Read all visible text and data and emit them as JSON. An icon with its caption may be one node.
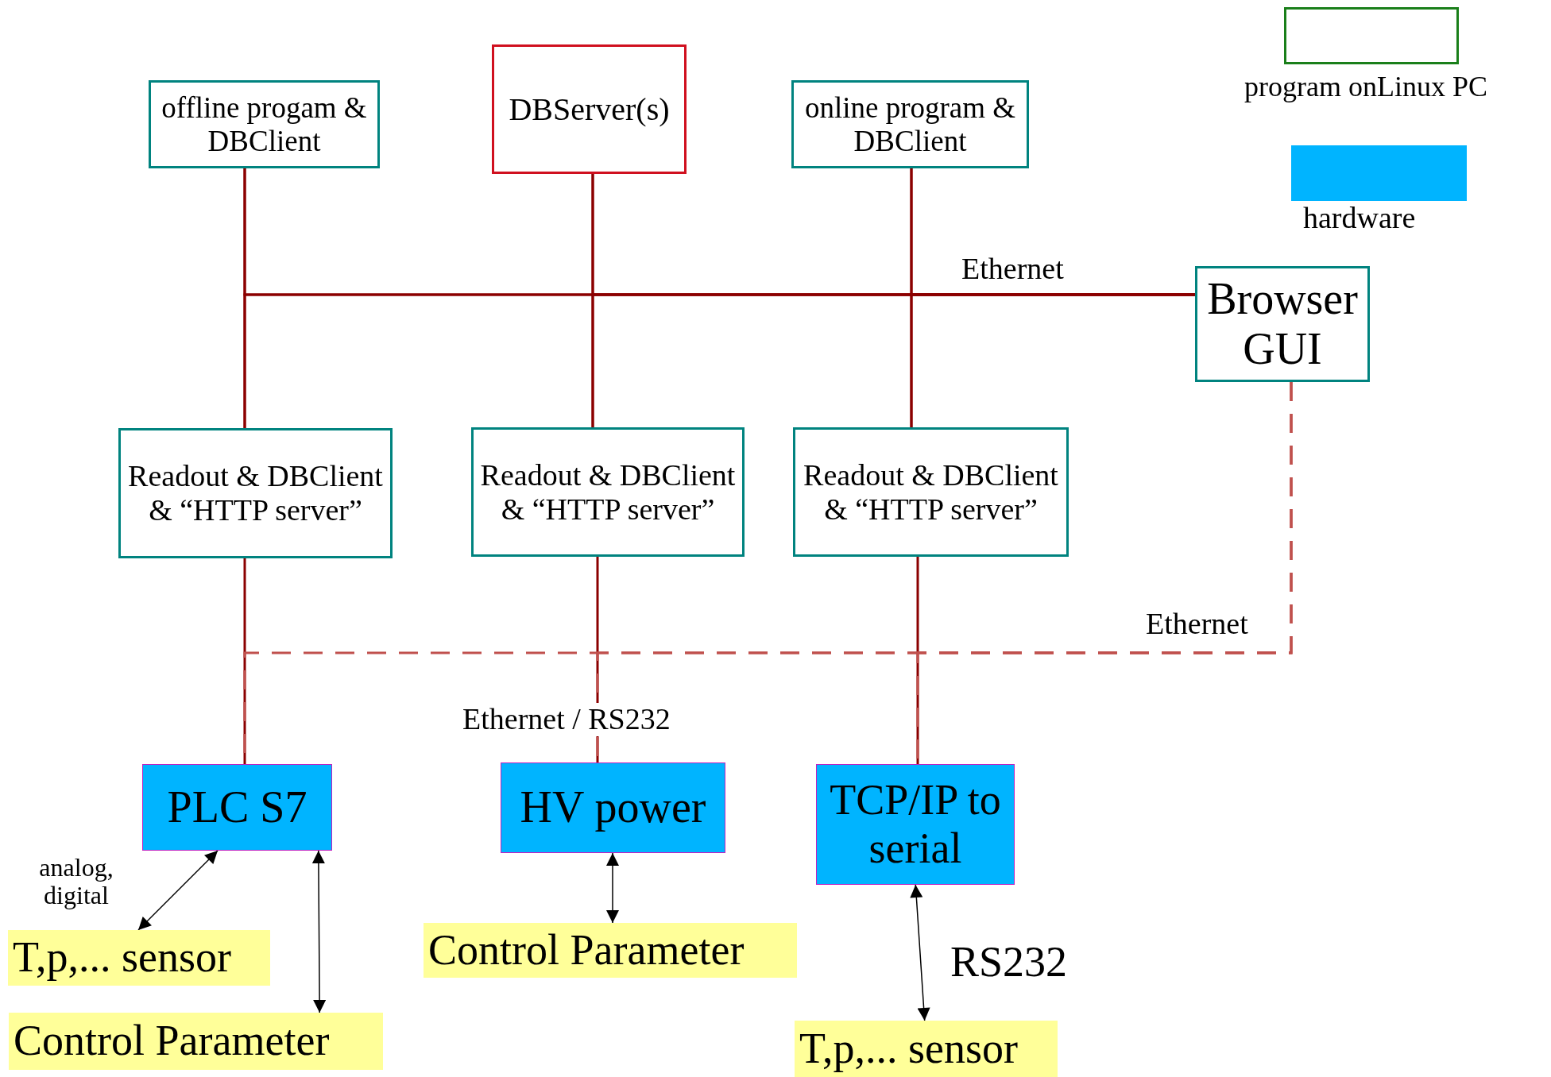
{
  "diagram": {
    "nodes": [
      {
        "text": [
          "offline progam & DBClient"
        ]
      },
      {
        "text": [
          "DBServer(s)"
        ]
      },
      {
        "text": [
          "online program & DBClient"
        ]
      },
      {
        "text": [
          "Browser GUI"
        ]
      },
      {
        "text": [
          "Readout & DBClient & “HTTP server”"
        ]
      },
      {
        "text": [
          "Readout & DBClient & “HTTP server”"
        ]
      },
      {
        "text": [
          "Readout & DBClient & “HTTP server”"
        ]
      },
      {
        "text": [
          "PLC S7"
        ]
      },
      {
        "text": [
          "HV power"
        ]
      },
      {
        "text": [
          "TCP/IP to serial"
        ]
      },
      {
        "text": [
          "T,p,... sensor"
        ]
      },
      {
        "text": [
          "Control Parameter"
        ]
      },
      {
        "text": [
          "Control Parameter"
        ]
      },
      {
        "text": [
          "T,p,... sensor"
        ]
      }
    ],
    "edges": [
      {
        "from": 0,
        "to": 4,
        "arrow": "none"
      },
      {
        "from": 1,
        "to": 5,
        "arrow": "none"
      },
      {
        "from": 2,
        "to": 6,
        "arrow": "none"
      },
      {
        "from": 0,
        "to": 3,
        "arrow": "none"
      },
      {
        "from": 1,
        "to": 3,
        "arrow": "none"
      },
      {
        "from": 2,
        "to": 3,
        "arrow": "none",
        "label": "Ethernet"
      },
      {
        "from": 4,
        "to": 3,
        "arrow": "none"
      },
      {
        "from": 5,
        "to": 3,
        "arrow": "none"
      },
      {
        "from": 6,
        "to": 3,
        "arrow": "none"
      },
      {
        "from": 4,
        "to": 7,
        "arrow": "none"
      },
      {
        "from": 5,
        "to": 8,
        "arrow": "none",
        "label": "Ethernet / RS232"
      },
      {
        "from": 6,
        "to": 9,
        "arrow": "none"
      },
      {
        "from": 3,
        "to": 7,
        "arrow": "none",
        "style": "dashed",
        "color": "#c0504d"
      },
      {
        "from": 3,
        "to": 8,
        "arrow": "none",
        "style": "dashed",
        "color": "#c0504d"
      },
      {
        "from": 3,
        "to": 9,
        "arrow": "none",
        "style": "dashed",
        "color": "#c0504d",
        "label": "Ethernet"
      },
      {
        "from": 7,
        "to": 10,
        "arrow": "both",
        "color": "#000000",
        "label": "analog, digital"
      },
      {
        "from": 7,
        "to": 11,
        "arrow": "both",
        "color": "#000000"
      },
      {
        "from": 8,
        "to": 12,
        "arrow": "both",
        "color": "#000000"
      },
      {
        "from": 9,
        "to": 13,
        "arrow": "both",
        "color": "#000000",
        "label": "RS232"
      }
    ],
    "legend": [
      {
        "text": "program onLinux PC"
      },
      {
        "text": "hardware",
        "color": "#00b4ff"
      }
    ]
  }
}
